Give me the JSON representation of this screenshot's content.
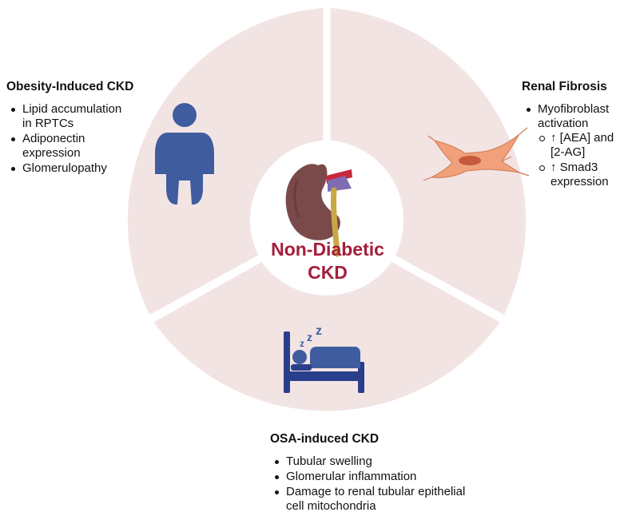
{
  "center": {
    "line1": "Non-Diabetic",
    "line2": "CKD"
  },
  "sections": {
    "obesity": {
      "title": "Obesity-Induced CKD",
      "items": [
        "Lipid accumulation in RPTCs",
        "Adiponectin expression",
        "Glomerulopathy"
      ]
    },
    "fibrosis": {
      "title": "Renal Fibrosis",
      "item": "Myofibroblast activation",
      "subitems": [
        "↑ [AEA] and [2-AG]",
        "↑ Smad3 expression"
      ]
    },
    "osa": {
      "title": "OSA-induced CKD",
      "items": [
        "Tubular swelling",
        "Glomerular inflammation",
        "Damage to renal tubular epithelial cell mitochondria"
      ]
    }
  },
  "sleep_glyph": "z",
  "icons": {
    "kidney": "kidney-icon",
    "person": "obese-person-icon",
    "cell": "myofibroblast-cell-icon",
    "bed": "sleeping-person-bed-icon"
  },
  "colors": {
    "segment_fill": "#f3e4e4",
    "title_red": "#a31f3a",
    "icon_blue": "#3f5d9e",
    "bed_blue": "#2a3f8c",
    "kidney": "#7a4a4a",
    "cell": "#f0a07a"
  }
}
